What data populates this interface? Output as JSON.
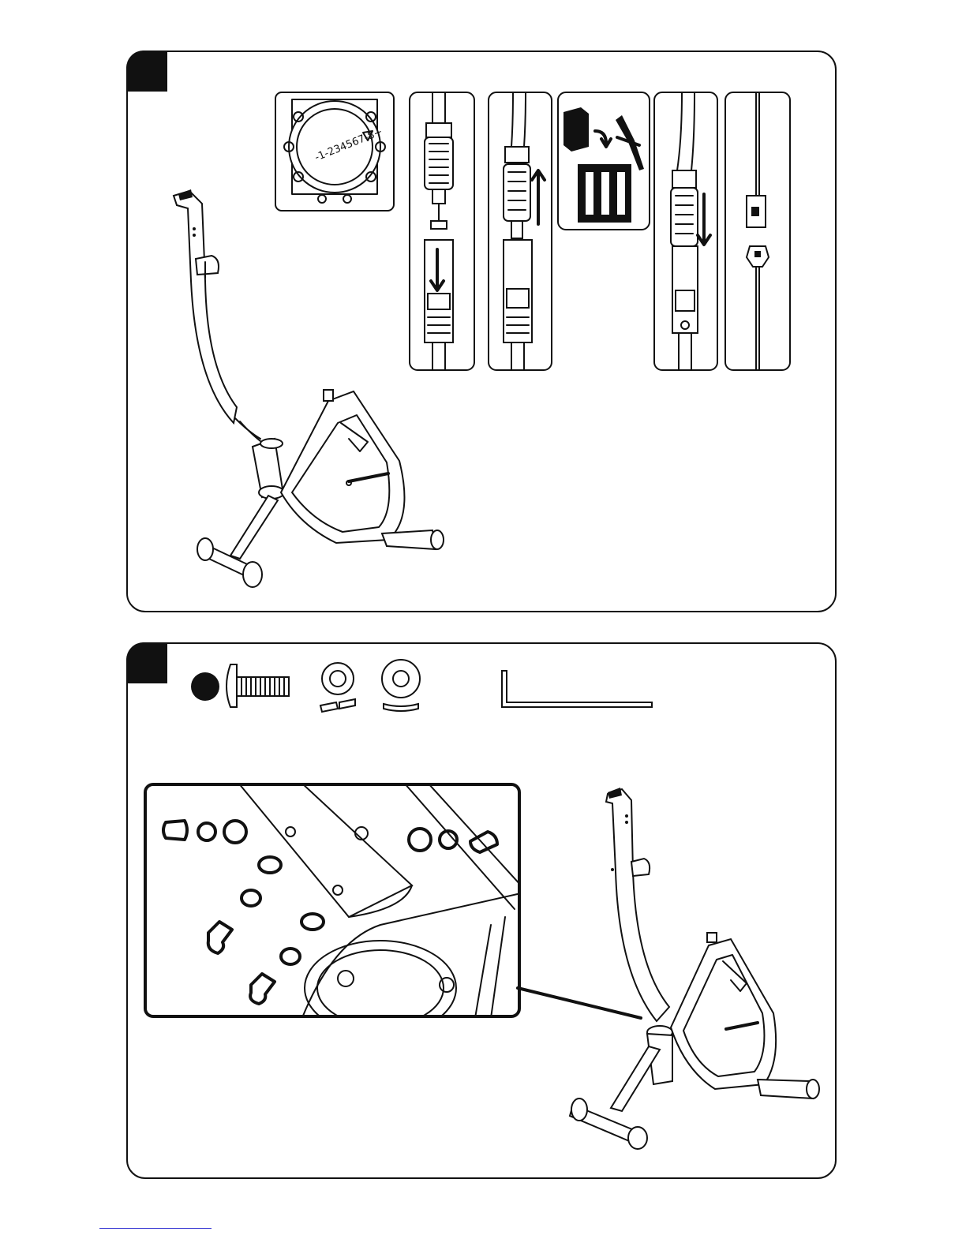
{
  "steps": [
    {
      "id": "step-a"
    },
    {
      "id": "step-b"
    }
  ],
  "tension_dial": {
    "scale_text": "-1-234567-8+"
  },
  "colors": {
    "line": "#111111",
    "background": "#ffffff",
    "footer_rule": "#2a2ad0"
  },
  "icons": [
    "arrow-down-icon",
    "arrow-up-icon",
    "arrow-down-icon",
    "hex-key-icon",
    "bolt-icon",
    "washer-icon"
  ]
}
